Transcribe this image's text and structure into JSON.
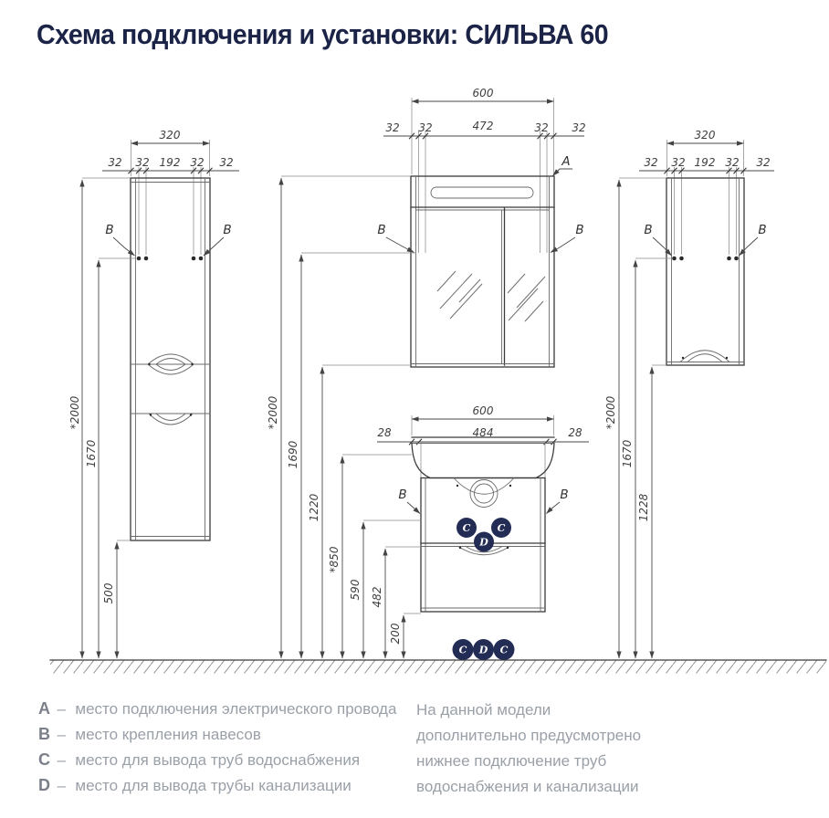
{
  "title": "Схема подключения и установки: СИЛЬВА 60",
  "colors": {
    "title": "#1b2347",
    "badge": "#232c55",
    "line": "#4a4a4a",
    "legend_key": "#7a7f89",
    "legend_text": "#9aa0a8"
  },
  "left_view": {
    "width_total": "320",
    "seg": [
      "32",
      "32",
      "192",
      "32",
      "32"
    ],
    "h_total": "*2000",
    "h_hooks": "1670",
    "h_bottom": "500",
    "b_left": "B",
    "b_right": "B"
  },
  "mirror_view": {
    "width_total": "600",
    "seg": [
      "32",
      "32",
      "472",
      "32",
      "32"
    ],
    "a": "A",
    "b_left": "B",
    "b_right": "B"
  },
  "vanity_view": {
    "width_total": "600",
    "seg": [
      "28",
      "484",
      "28"
    ],
    "b_left": "B",
    "b_right": "B",
    "badge_c1": "C",
    "badge_c2": "C",
    "badge_d": "D"
  },
  "center_dims": {
    "d2000": "*2000",
    "d1690": "1690",
    "d1220": "1220",
    "d850": "*850",
    "d590": "590",
    "d482": "482",
    "d200": "200"
  },
  "right_view": {
    "width_total": "320",
    "seg": [
      "32",
      "32",
      "192",
      "32",
      "32"
    ],
    "h_total": "*2000",
    "h_hooks": "1670",
    "h_bottom": "1228",
    "b_left": "B",
    "b_right": "B"
  },
  "floor_badges": [
    "C",
    "D",
    "C"
  ],
  "legend": {
    "sep": "–",
    "items": [
      {
        "key": "A",
        "text": "место подключения электрического провода"
      },
      {
        "key": "B",
        "text": "место крепления навесов"
      },
      {
        "key": "C",
        "text": "место для вывода труб водоснабжения"
      },
      {
        "key": "D",
        "text": "место для вывода трубы канализации"
      }
    ]
  },
  "note": {
    "lines": [
      "На данной модели",
      "дополнительно предусмотрено",
      "нижнее подключение труб",
      "водоснабжения и канализации"
    ]
  }
}
